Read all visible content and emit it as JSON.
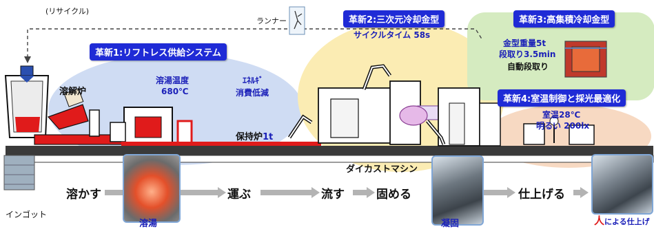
{
  "recycle_label": "(リサイクル)",
  "runner_label": "ランナー",
  "innovations": {
    "i1": "革新1:リフトレス供給システム",
    "i2": "革新2:三次元冷却金型",
    "i3": "革新3:高集積冷却金型",
    "i4": "革新4:室温制御と採光最適化"
  },
  "process": {
    "melting_furnace": "溶解炉",
    "melt_temp_label": "溶湯温度",
    "melt_temp_value": "680℃",
    "energy_label": "ｴﾈﾙｷﾞ",
    "energy_value": "消費低減",
    "holding_furnace_label": "保持炉",
    "holding_furnace_value": "1t",
    "cycle_time": "サイクルタイム 58s",
    "die_weight": "金型重量5t",
    "changeover": "段取り3.5min",
    "auto_changeover": "自動段取り",
    "room_temp": "室温28℃",
    "brightness": "明るい 200lx",
    "diecast_machine": "ダイカストマシン"
  },
  "flow": {
    "ingot": "インゴット",
    "melt": "溶かす",
    "carry": "運ぶ",
    "pour": "流す",
    "solidify": "固める",
    "finish": "仕上げる"
  },
  "photos": {
    "molten_metal": "溶湯",
    "solidification": "凝固",
    "hand_finish_big": "人",
    "hand_finish_rest": "による仕上げ"
  },
  "colors": {
    "badge": "#1f2bd6",
    "blue_text": "#1a1fb8",
    "red": "#e01b1b",
    "bubble_blue": "#cfdcf3",
    "bubble_yellow": "#fbecb3",
    "bubble_green": "#d5ebc0",
    "bubble_orange": "#f7d9c2"
  }
}
